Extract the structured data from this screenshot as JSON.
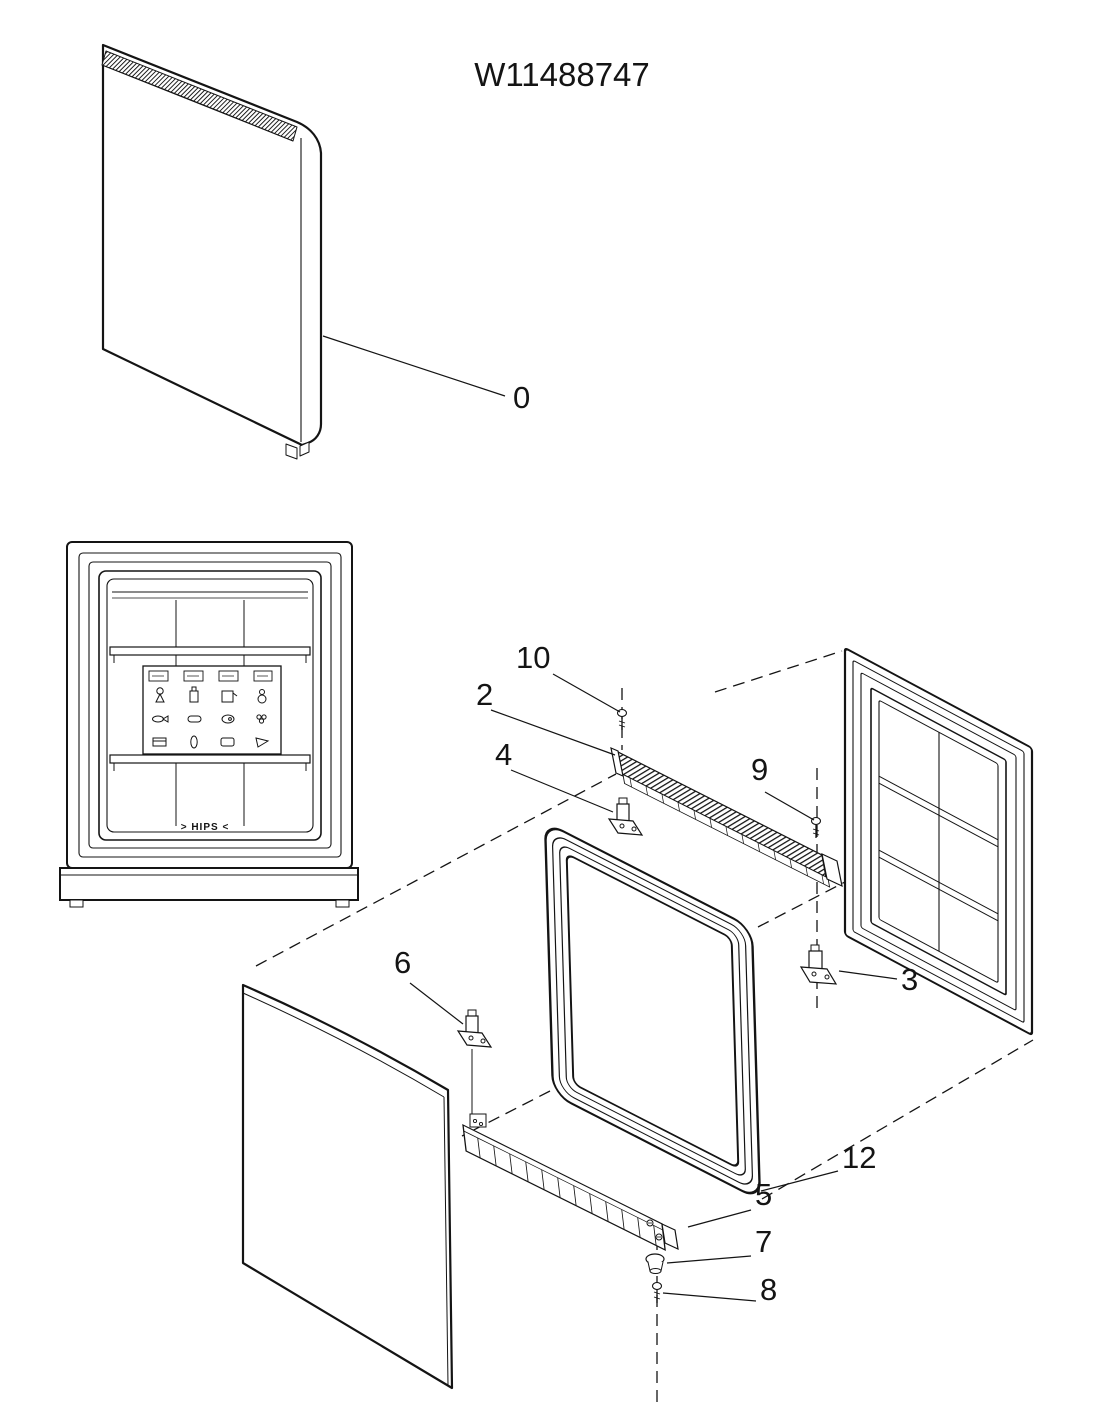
{
  "page": {
    "title": "W11488747"
  },
  "door_front_view": {
    "material_label": "> HIPS <"
  },
  "callouts": {
    "p0": "0",
    "p2": "2",
    "p3": "3",
    "p4": "4",
    "p5": "5",
    "p6": "6",
    "p7": "7",
    "p8": "8",
    "p9": "9",
    "p10": "10",
    "p12": "12"
  },
  "icons": {
    "food_symbols": [
      "ice-cream",
      "bottle",
      "pitcher",
      "pear",
      "fish",
      "sausage",
      "ham",
      "grapes",
      "butter",
      "corn",
      "meat",
      "carrot"
    ]
  },
  "colors": {
    "line": "#141414",
    "background": "#ffffff"
  }
}
